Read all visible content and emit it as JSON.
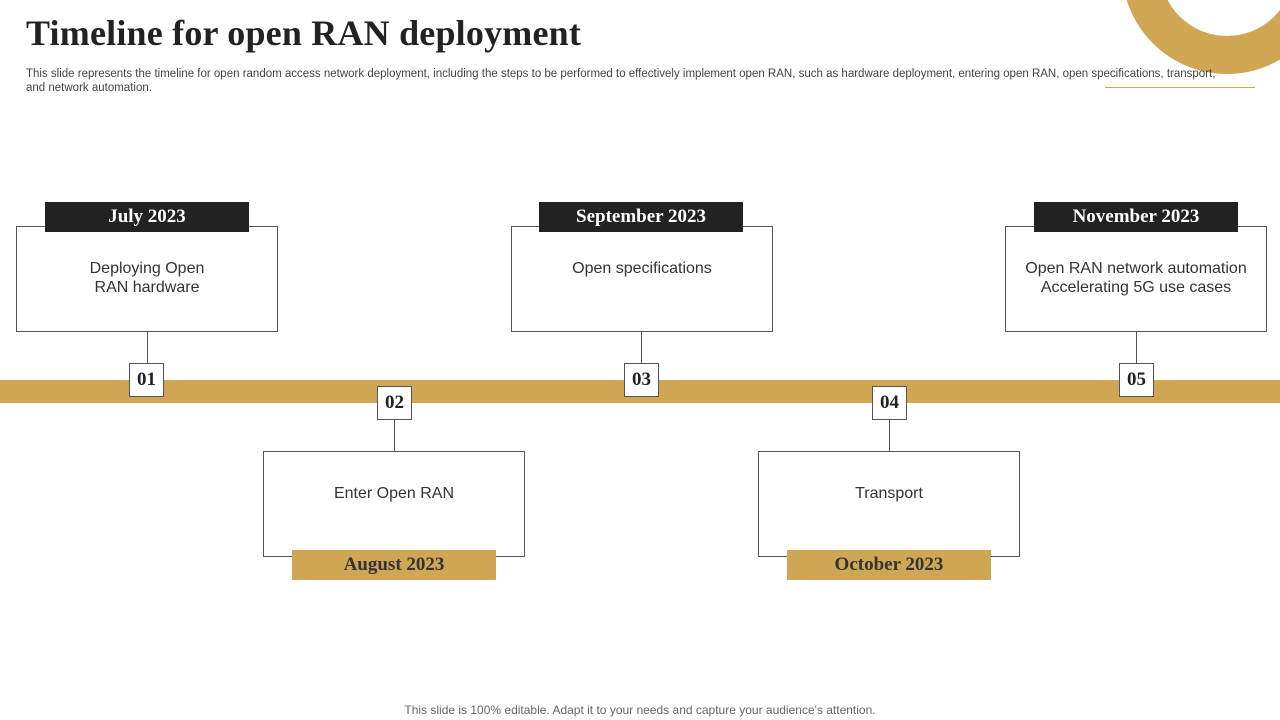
{
  "slide": {
    "title": "Timeline for open RAN deployment",
    "subtitle": "This slide represents the timeline for open random access network deployment, including the steps to be performed to effectively implement open RAN, such as hardware deployment, entering open RAN, open specifications, transport, and network automation.",
    "footer": "This slide is 100% editable. Adapt it to your needs and capture your audience's attention."
  },
  "colors": {
    "accent_gold": "#CFA653",
    "dark": "#222222",
    "text": "#333333"
  },
  "timeline": {
    "steps": [
      {
        "number": "01",
        "date": "July 2023",
        "text": "Deploying Open\nRAN hardware"
      },
      {
        "number": "02",
        "date": "August 2023",
        "text": "Enter Open RAN"
      },
      {
        "number": "03",
        "date": "September 2023",
        "text": "Open specifications"
      },
      {
        "number": "04",
        "date": "October 2023",
        "text": "Transport"
      },
      {
        "number": "05",
        "date": "November 2023",
        "text": "Open RAN network automation\nAccelerating 5G use cases"
      }
    ]
  }
}
